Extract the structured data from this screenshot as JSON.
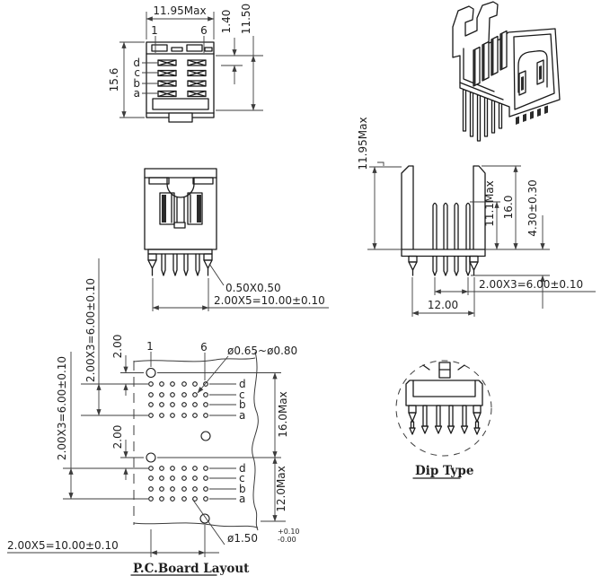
{
  "colors": {
    "ink": "#1a1a1a",
    "dim_line": "#3c3c3c",
    "background": "#ffffff"
  },
  "drawing": {
    "top_view": {
      "dim_width": "11.95Max",
      "dim_lip": "1.40",
      "dim_body_height": "11.50",
      "dim_height": "15.6",
      "pin_first": "1",
      "pin_last": "6",
      "rows": [
        "d",
        "c",
        "b",
        "a"
      ]
    },
    "front_view": {
      "dim_chamfer": "0.50X0.50",
      "dim_pitch": "2.00X5=10.00±0.10"
    },
    "side_view": {
      "dim_height": "11.95Max",
      "dim_contact_height": "11.1Max",
      "dim_total_height": "16.0",
      "dim_tail": "4.30±0.30",
      "dim_row_pitch": "2.00X3=6.00±0.10",
      "dim_width": "12.00"
    },
    "pcb_layout": {
      "title": "P.C.Board Layout",
      "pin_first": "1",
      "pin_last": "6",
      "rows_upper": [
        "d",
        "c",
        "b",
        "a"
      ],
      "rows_lower": [
        "d",
        "c",
        "b",
        "a"
      ],
      "dim_hole_dia": "ø0.65~ø0.80",
      "dim_big_hole_dia": "ø1.50",
      "dim_big_hole_tol_plus": "+0.10",
      "dim_big_hole_tol_minus": "-0.00",
      "dim_rows_upper": "2.00X3=6.00±0.10",
      "dim_rows_lower": "2.00X3=6.00±0.10",
      "dim_offset_upper": "2.00",
      "dim_offset_lower": "2.00",
      "dim_cols": "2.00X5=10.00±0.10",
      "dim_span_upper": "16.0Max",
      "dim_span_lower": "12.0Max"
    },
    "dip_view": {
      "caption": "Dip Type"
    }
  }
}
